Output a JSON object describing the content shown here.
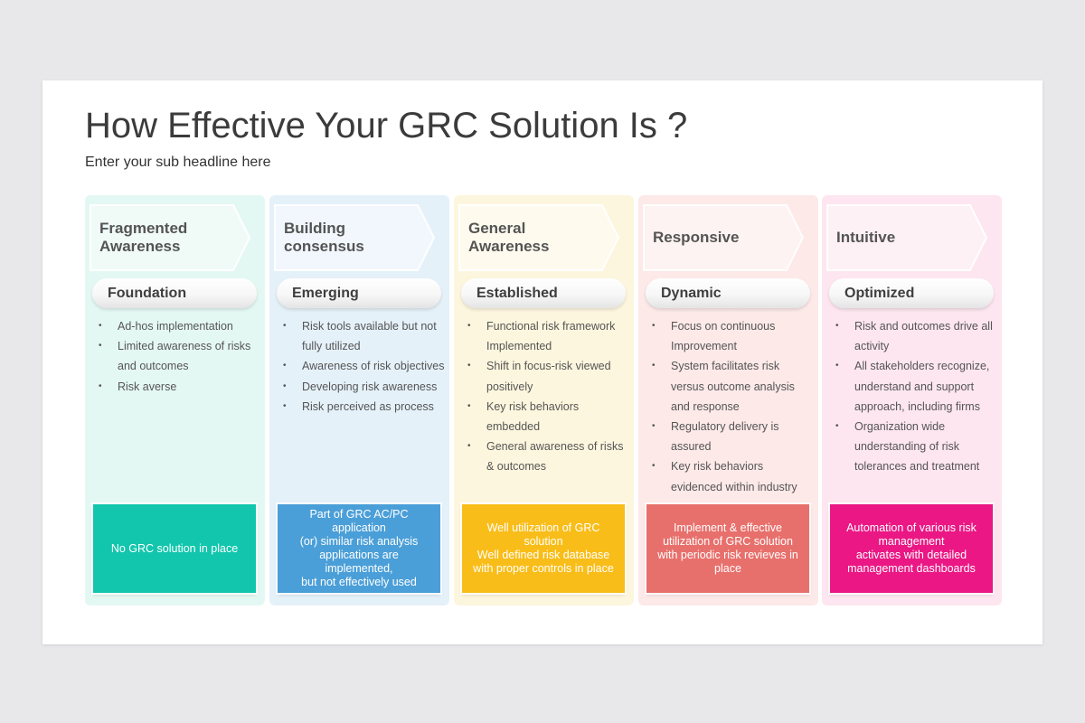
{
  "title": "How Effective Your GRC Solution Is ?",
  "subtitle": "Enter your sub headline here",
  "columns": [
    {
      "level": "Fragmented\nAwareness",
      "stage": "Foundation",
      "bullets": [
        "Ad-hos implementation",
        "Limited awareness of risks and outcomes",
        "Risk averse"
      ],
      "summary": "No GRC solution in place",
      "panel_color": "#e4f8f3",
      "box_color": "#12c6ad"
    },
    {
      "level": "Building\nconsensus",
      "stage": "Emerging",
      "bullets": [
        "Risk tools available but not fully utilized",
        "Awareness of risk objectives",
        "Developing risk awareness",
        "Risk perceived as process"
      ],
      "summary": "Part of GRC AC/PC application\n(or) similar risk analysis\napplications are implemented,\nbut not effectively used",
      "panel_color": "#e5f1f9",
      "box_color": "#4b9fd8"
    },
    {
      "level": "General\nAwareness",
      "stage": "Established",
      "bullets": [
        "Functional risk framework Implemented",
        "Shift in focus-risk viewed positively",
        "Key risk behaviors embedded",
        "General awareness of risks & outcomes"
      ],
      "summary": "Well utilization of GRC\nsolution\nWell defined risk database\nwith proper controls in place",
      "panel_color": "#fdf6de",
      "box_color": "#f9bd19"
    },
    {
      "level": "Responsive",
      "stage": "Dynamic",
      "bullets": [
        "Focus on continuous Improvement",
        "System facilitates risk versus outcome analysis and response",
        "Regulatory delivery is assured",
        "Key risk behaviors evidenced within industry"
      ],
      "summary": "Implement & effective\nutilization of GRC solution\nwith periodic risk revieves in\nplace",
      "panel_color": "#fce9e8",
      "box_color": "#e8706c"
    },
    {
      "level": "Intuitive",
      "stage": "Optimized",
      "bullets": [
        "Risk and outcomes drive all activity",
        "All stakeholders recognize, understand and support approach, including firms",
        "Organization wide understanding of risk tolerances and treatment"
      ],
      "summary": "Automation of various risk\nmanagement\nactivates with detailed\nmanagement dashboards",
      "panel_color": "#fde6ef",
      "box_color": "#ea1784"
    }
  ]
}
